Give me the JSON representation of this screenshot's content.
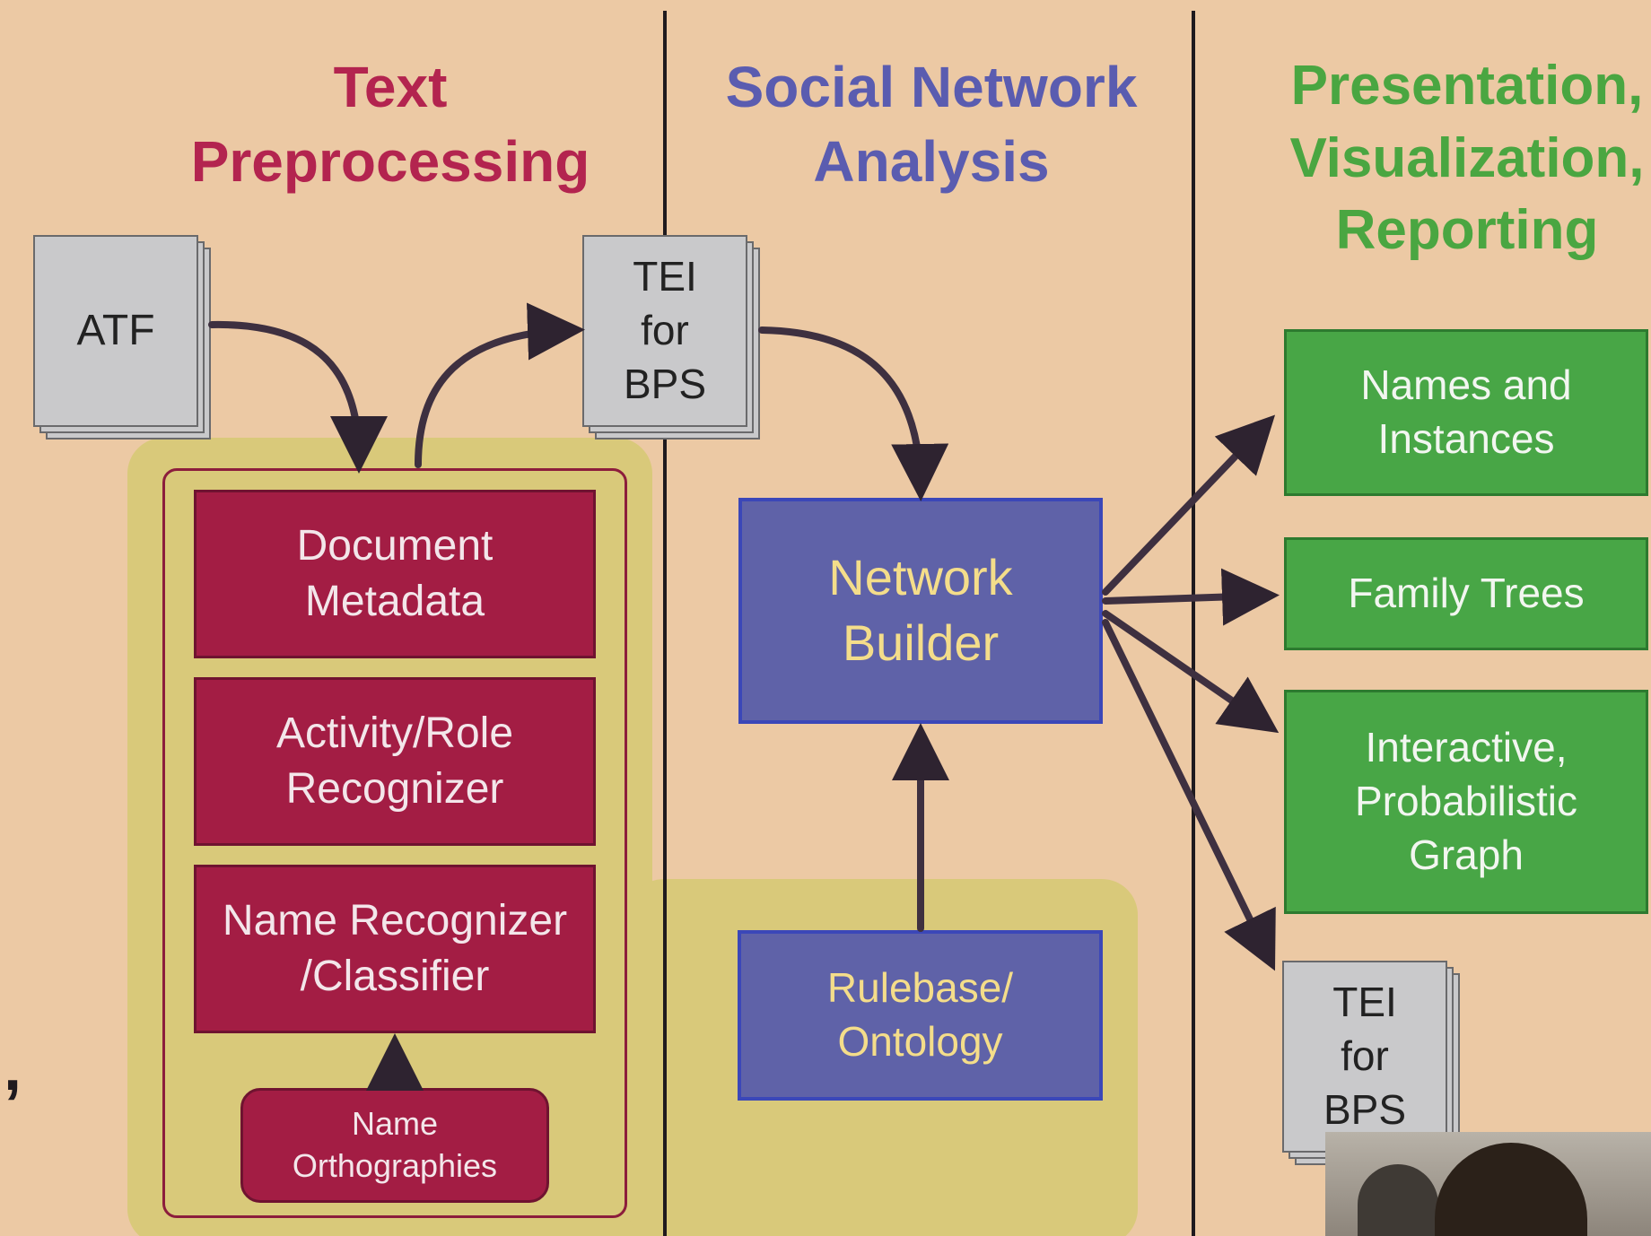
{
  "headings": {
    "text_preprocessing": [
      "Text",
      "Preprocessing"
    ],
    "social_network_analysis": [
      "Social Network",
      "Analysis"
    ],
    "presentation": [
      "Presentation,",
      "Visualization,",
      "Reporting"
    ]
  },
  "documents": {
    "atf": "ATF",
    "tei_top": [
      "TEI",
      "for",
      "BPS"
    ],
    "tei_bottom": [
      "TEI",
      "for",
      "BPS"
    ]
  },
  "preprocessing_modules": {
    "document_metadata": [
      "Document",
      "Metadata"
    ],
    "activity_role": [
      "Activity/Role",
      "Recognizer"
    ],
    "name_recognizer": [
      "Name Recognizer",
      "/Classifier"
    ],
    "name_orthographies": [
      "Name",
      "Orthographies"
    ]
  },
  "analysis_modules": {
    "network_builder": [
      "Network",
      "Builder"
    ],
    "rulebase": [
      "Rulebase/",
      "Ontology"
    ]
  },
  "outputs": {
    "names_instances": [
      "Names and",
      "Instances"
    ],
    "family_trees": [
      "Family Trees"
    ],
    "interactive_graph": [
      "Interactive,",
      "Probabilistic",
      "Graph"
    ]
  },
  "edge_fragment": ",",
  "colors": {
    "background": "#ecc9a4",
    "preprocessing_accent": "#a31d44",
    "analysis_accent": "#5f62a8",
    "presentation_accent": "#48a646",
    "module_highlight": "#d9c97a",
    "arrow": "#3e3040"
  }
}
